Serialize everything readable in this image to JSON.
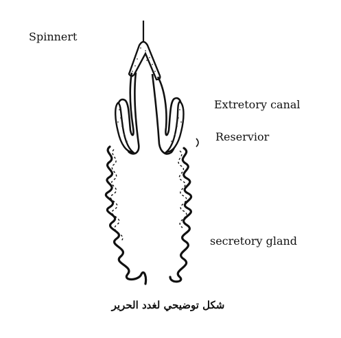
{
  "labels": {
    "spinneret": "Spinnert",
    "excretory_canal": "Extretory canal",
    "reservoir": "Reservior",
    "secretory_gland": "secretory gland",
    "caption": "شكل توضيحي لغدد الحرير"
  },
  "colors": {
    "ink": "#111111",
    "background": "#ffffff",
    "stipple": "#333333"
  }
}
